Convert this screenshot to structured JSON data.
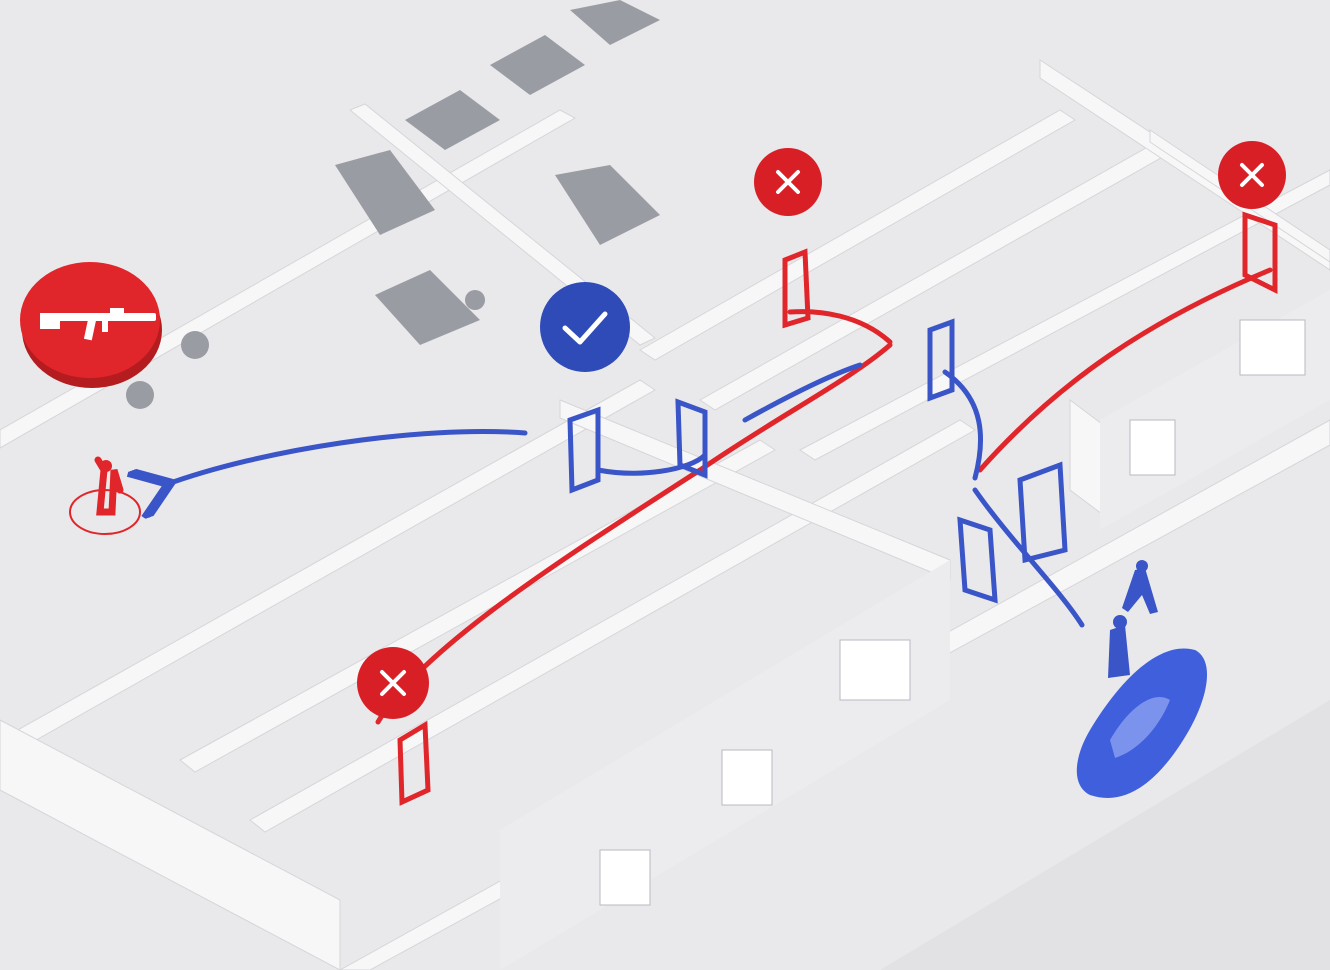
{
  "scene": {
    "description_label": "",
    "colors": {
      "background": "#e9e9eb",
      "floor": "#e3e3e6",
      "wall_top": "#f7f7f8",
      "wall_side": "#d9d9dd",
      "threat_red": "#e0262b",
      "safe_blue": "#3a55c8",
      "furniture": "#9a9ca4"
    },
    "markers": [
      {
        "type": "threat",
        "icon": "rifle-icon"
      },
      {
        "type": "safe-route",
        "icon": "check-icon"
      },
      {
        "type": "blocked",
        "icon": "x-icon"
      },
      {
        "type": "blocked",
        "icon": "x-icon"
      },
      {
        "type": "blocked",
        "icon": "x-icon"
      }
    ]
  }
}
